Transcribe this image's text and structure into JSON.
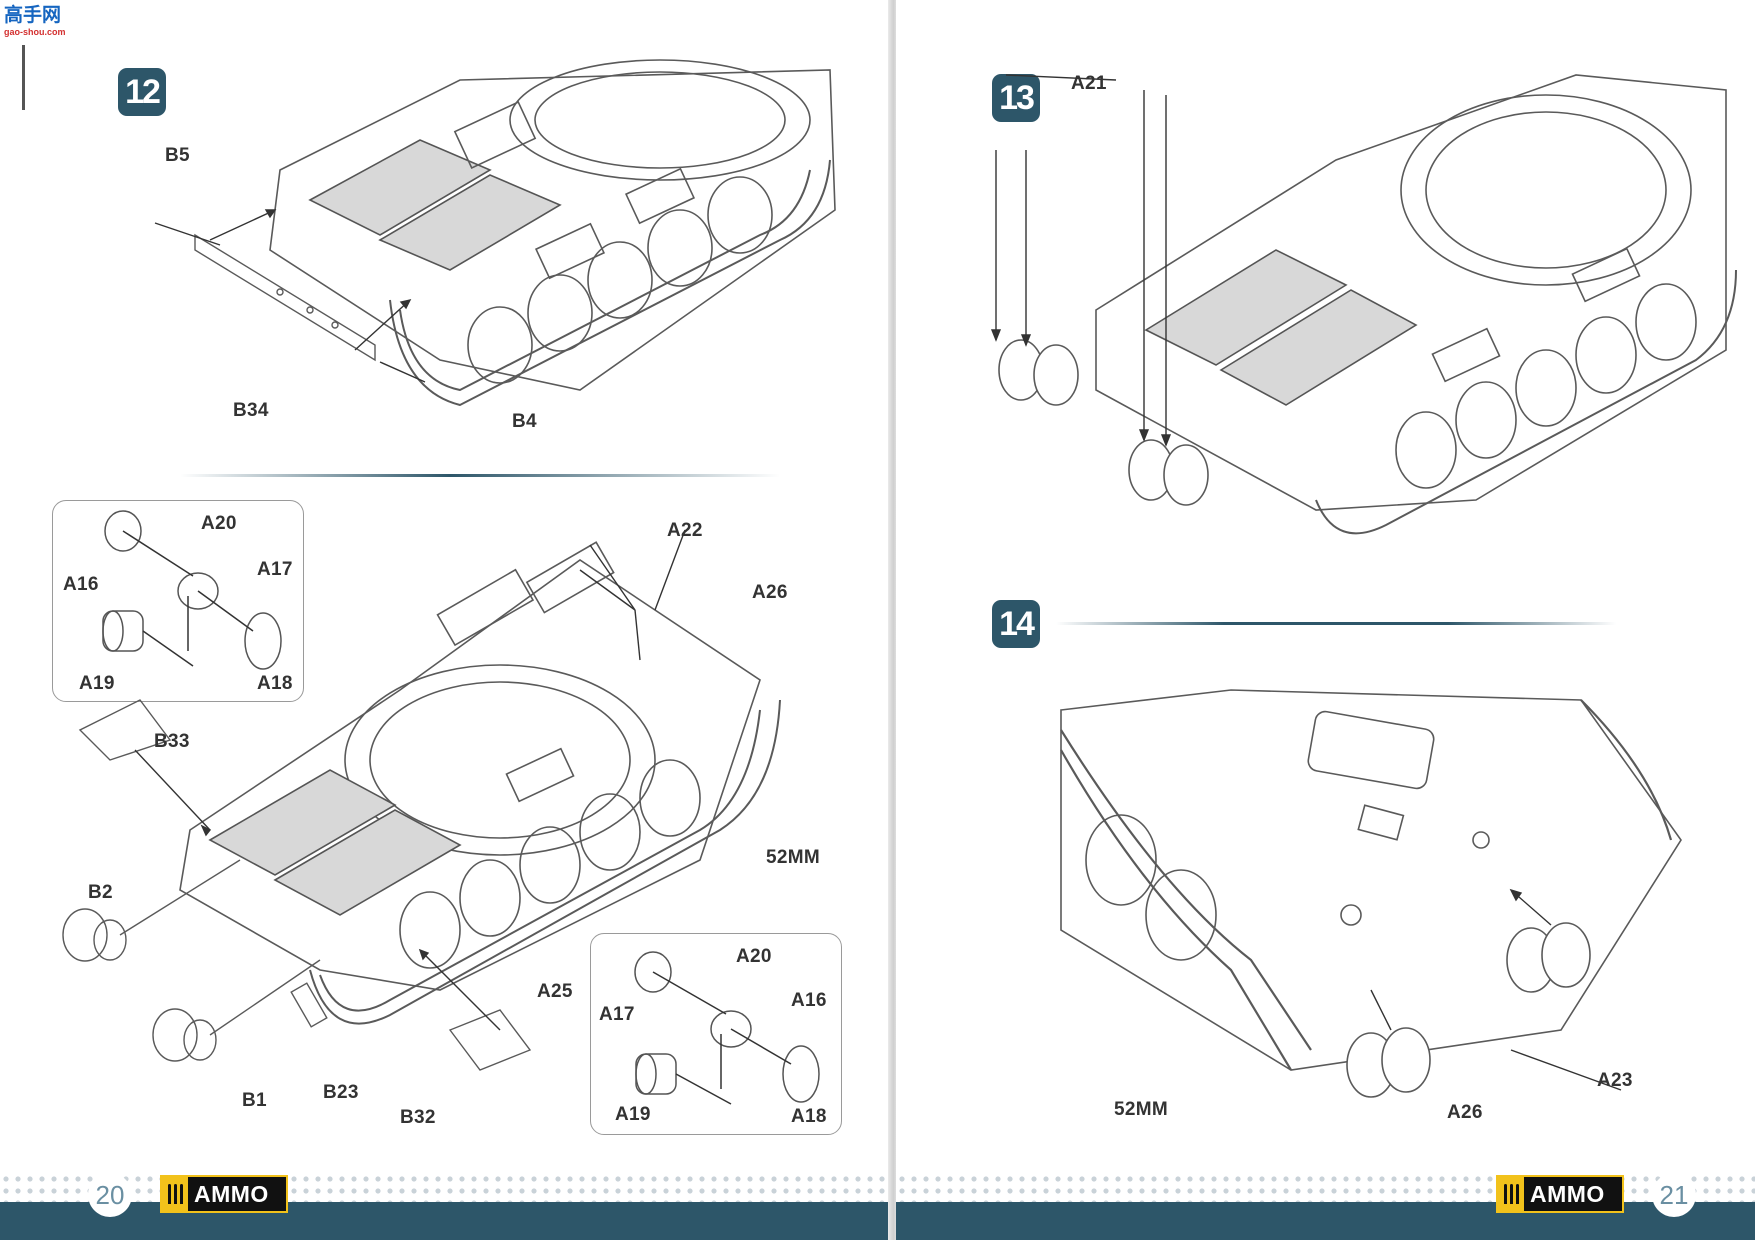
{
  "watermark": {
    "text": "高手网",
    "url_text": "gao-shou.com"
  },
  "left_page": {
    "step12": {
      "number": "12",
      "labels": {
        "b5": "B5",
        "b34": "B34",
        "b4": "B4"
      }
    },
    "step_lower": {
      "labels": {
        "a22": "A22",
        "a26": "A26",
        "mm52": "52MM",
        "b33": "B33",
        "b2": "B2",
        "a25": "A25",
        "b1": "B1",
        "b23": "B23",
        "b32": "B32"
      },
      "callout_top": {
        "a20": "A20",
        "a16": "A16",
        "a17": "A17",
        "a19": "A19",
        "a18": "A18"
      },
      "callout_bottom": {
        "a20": "A20",
        "a17": "A17",
        "a16": "A16",
        "a19": "A19",
        "a18": "A18"
      }
    },
    "page_number": "20",
    "logo": "AMMO"
  },
  "right_page": {
    "step13": {
      "number": "13",
      "labels": {
        "a21": "A21"
      }
    },
    "step14": {
      "number": "14",
      "labels": {
        "mm52": "52MM",
        "a26": "A26",
        "a23": "A23"
      }
    },
    "page_number": "21",
    "logo": "AMMO"
  },
  "colors": {
    "accent": "#2d5669",
    "logo_gold": "#f2c21b",
    "line_art": "#555555"
  }
}
